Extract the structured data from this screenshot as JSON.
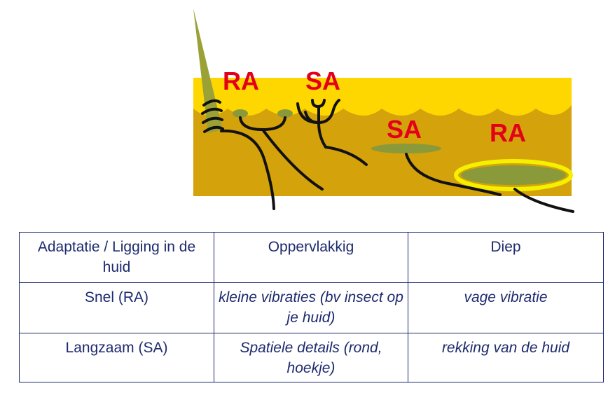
{
  "diagram": {
    "labels": [
      "RA",
      "SA",
      "SA",
      "RA"
    ],
    "colors": {
      "label": "#e3001b",
      "skin_top": "#ffd700",
      "skin_bottom": "#d4a20a",
      "receptor_green": "#8a9a3a",
      "nerve": "#111111",
      "ring": "#f5f000"
    }
  },
  "table": {
    "header": [
      "Adaptatie / Ligging in de huid",
      "Oppervlakkig",
      "Diep"
    ],
    "rows": [
      [
        "Snel (RA)",
        "kleine vibraties (bv insect op je huid)",
        "vage vibratie"
      ],
      [
        "Langzaam (SA)",
        "Spatiele details (rond, hoekje)",
        "rekking van de huid"
      ]
    ],
    "border_color": "#1d2a6e",
    "text_color": "#1d2a6e"
  }
}
